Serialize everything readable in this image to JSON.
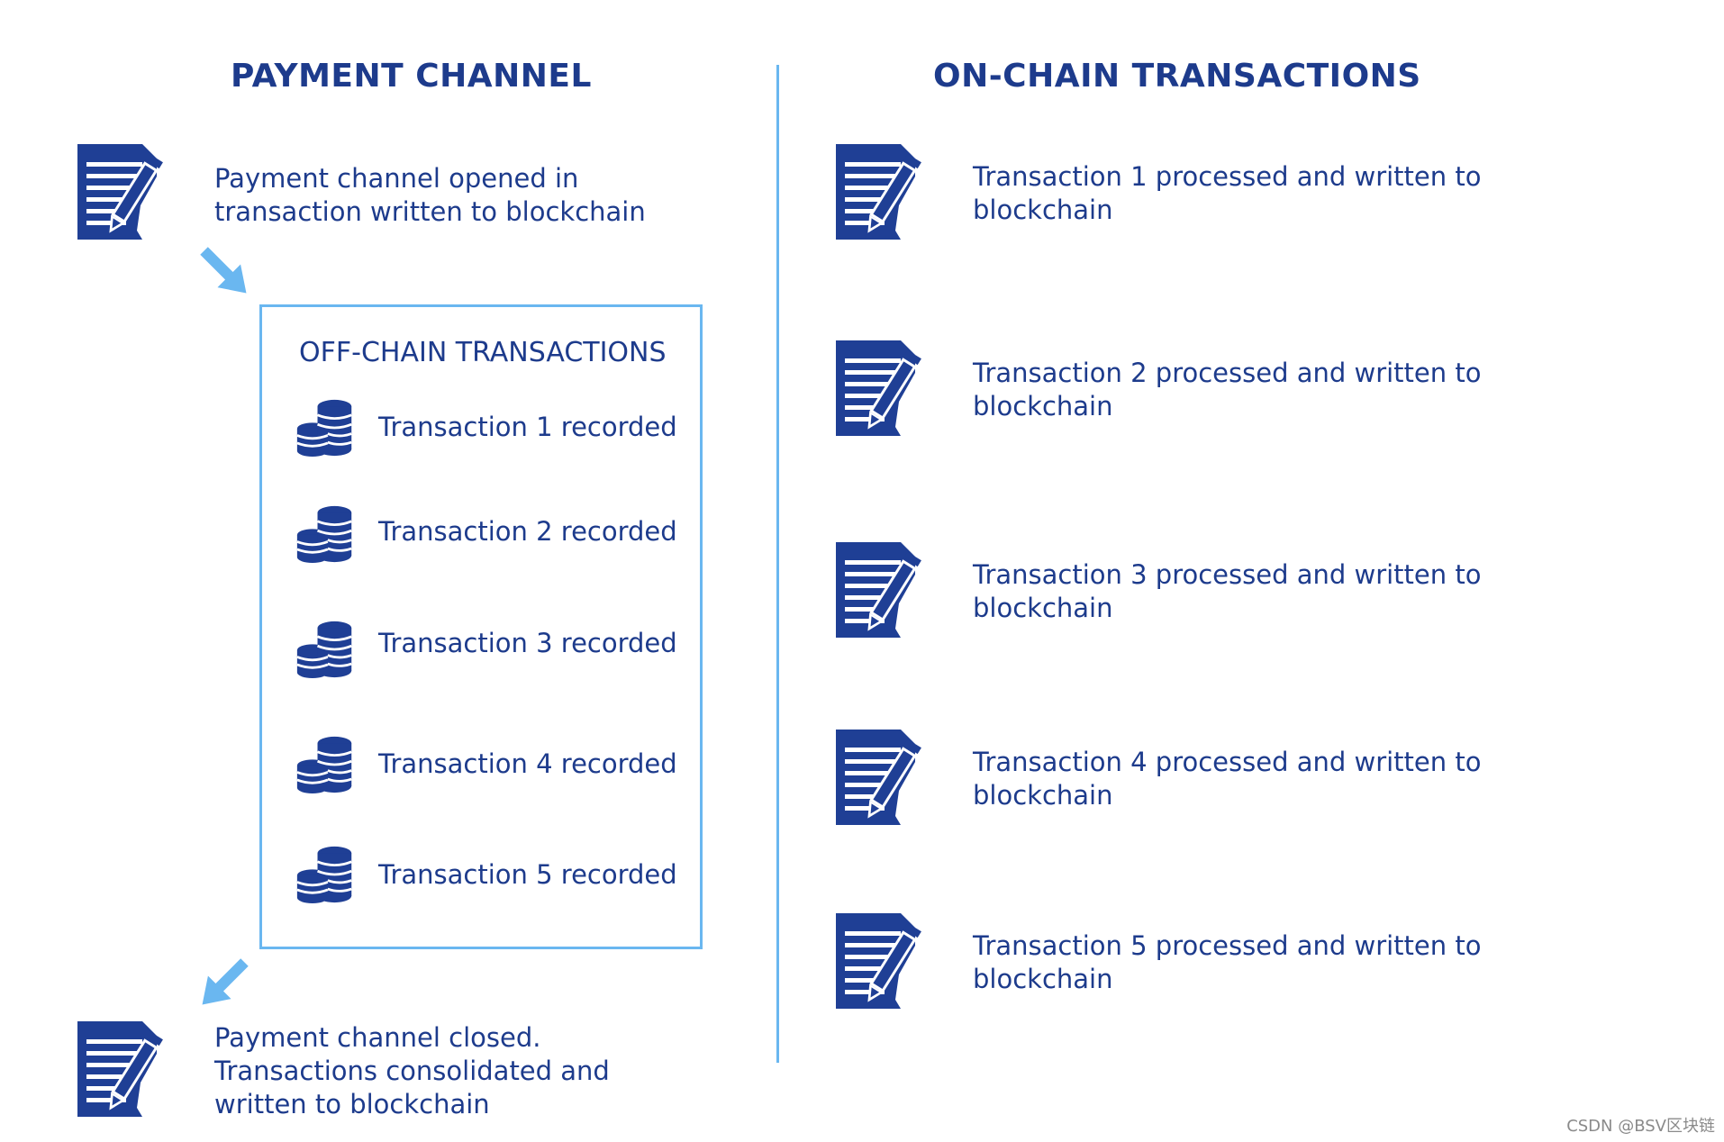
{
  "left": {
    "title": "PAYMENT CHANNEL",
    "open_text_1": "Payment channel opened in",
    "open_text_2": "transaction written to blockchain",
    "offchain_title": "OFF-CHAIN TRANSACTIONS",
    "recorded": [
      "Transaction 1 recorded",
      "Transaction 2 recorded",
      "Transaction 3 recorded",
      "Transaction 4 recorded",
      "Transaction 5 recorded"
    ],
    "close_text_1": "Payment channel closed.",
    "close_text_2": "Transactions consolidated and",
    "close_text_3": "written to blockchain"
  },
  "right": {
    "title": "ON-CHAIN TRANSACTIONS",
    "items": [
      {
        "line1": "Transaction 1 processed and written to",
        "line2": "blockchain"
      },
      {
        "line1": "Transaction 2 processed and written to",
        "line2": "blockchain"
      },
      {
        "line1": "Transaction 3 processed and written to",
        "line2": "blockchain"
      },
      {
        "line1": "Transaction 4 processed and written to",
        "line2": "blockchain"
      },
      {
        "line1": "Transaction 5 processed and written to",
        "line2": "blockchain"
      }
    ]
  },
  "watermark": "CSDN @BSV区块链",
  "colors": {
    "navy": "#1d3b8c",
    "accent_blue": "#6ab7f0",
    "icon_blue": "#1f3f95"
  },
  "icons": {
    "document": "document-pen-icon",
    "coins": "coin-stack-icon",
    "arrow": "arrow-icon"
  }
}
